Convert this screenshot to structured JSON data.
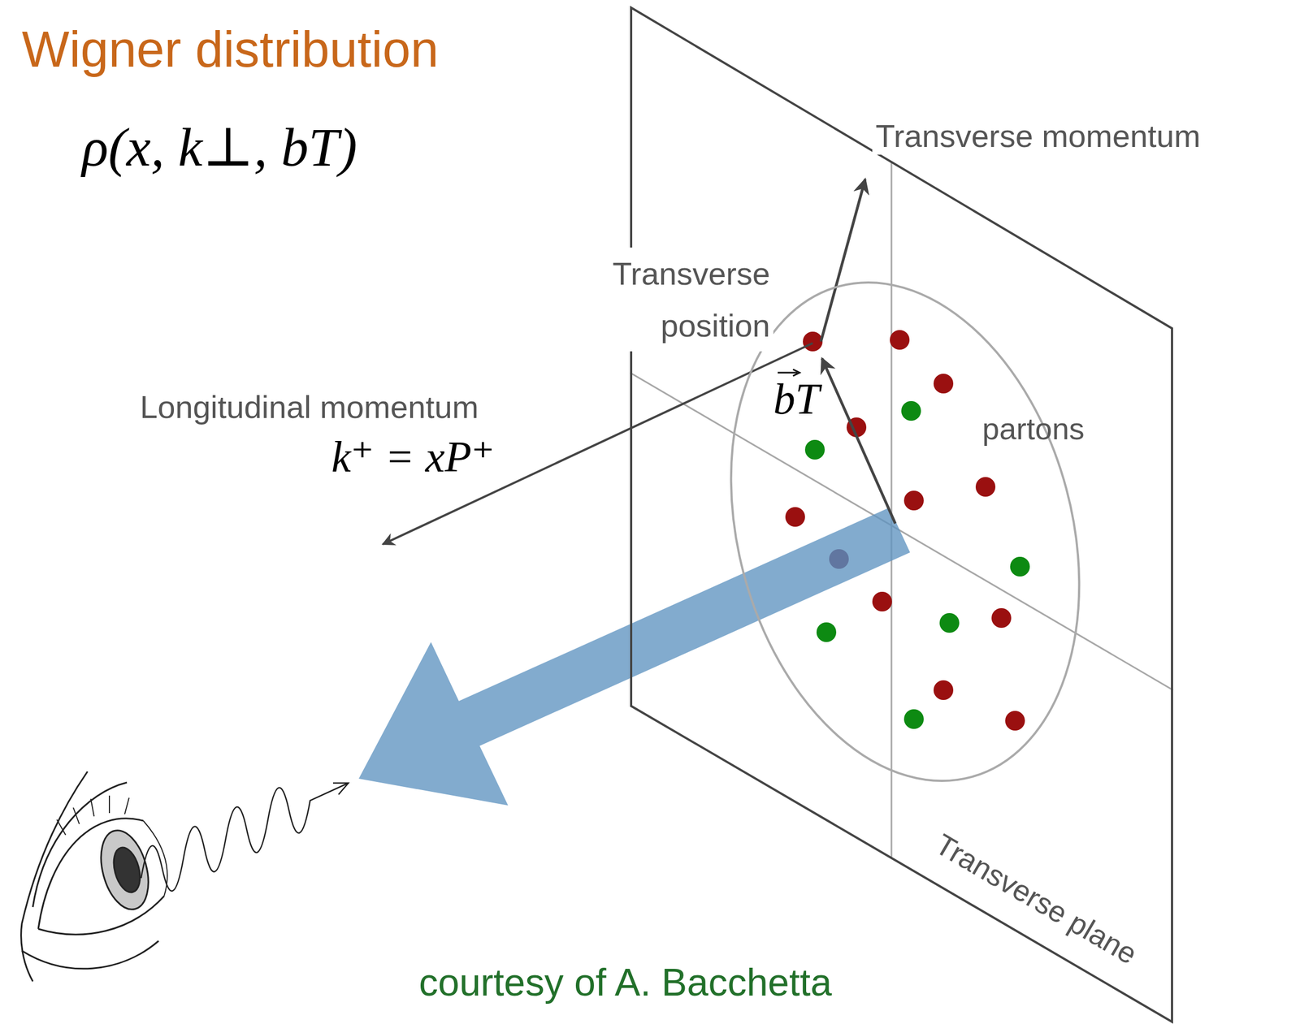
{
  "diagram": {
    "title": "Wigner distribution",
    "caption": "courtesy of A. Bacchetta",
    "nodes": [
      {
        "text": [
          "Transverse plane"
        ]
      },
      {
        "text": [
          "partons"
        ],
        "in": 0
      }
    ],
    "labels": [
      "ρ(x, k⊥, bT)",
      "Transverse momentum",
      "Transverse position",
      "Longitudinal momentum",
      "k⁺ = xP⁺",
      "bT"
    ]
  }
}
